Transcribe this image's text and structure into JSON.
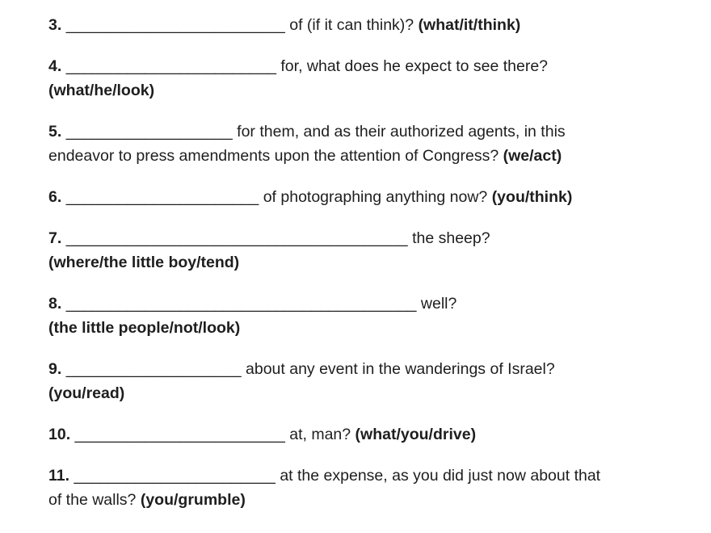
{
  "page": {
    "background": "#ffffff",
    "text_color": "#1e1e1e"
  },
  "worksheet": {
    "items": [
      {
        "number": "3.",
        "hint": "(what/it/think)",
        "lines": [
          [
            {
              "type": "number",
              "text": "3."
            },
            {
              "type": "blank",
              "text": "_________________________"
            },
            {
              "type": "text",
              "text": "of (if it can think)?"
            },
            {
              "type": "hint",
              "text": "(what/it/think)"
            }
          ]
        ]
      },
      {
        "number": "4.",
        "hint": "(what/he/look)",
        "lines": [
          [
            {
              "type": "number",
              "text": "4."
            },
            {
              "type": "blank",
              "text": "________________________"
            },
            {
              "type": "text",
              "text": "for, what does he expect to see there?"
            }
          ],
          [
            {
              "type": "hint",
              "text": "(what/he/look)"
            }
          ]
        ]
      },
      {
        "number": "5.",
        "hint": "(we/act)",
        "lines": [
          [
            {
              "type": "number",
              "text": "5."
            },
            {
              "type": "blank",
              "text": "___________________"
            },
            {
              "type": "text",
              "text": "for them, and as their authorized agents, in this"
            }
          ],
          [
            {
              "type": "text",
              "text": "endeavor to press amendments upon the attention of Congress?"
            },
            {
              "type": "hint",
              "text": "(we/act)"
            }
          ]
        ]
      },
      {
        "number": "6.",
        "hint": "(you/think)",
        "lines": [
          [
            {
              "type": "number",
              "text": "6."
            },
            {
              "type": "blank",
              "text": "______________________"
            },
            {
              "type": "text",
              "text": "of photographing anything now?"
            },
            {
              "type": "hint",
              "text": "(you/think)"
            }
          ]
        ]
      },
      {
        "number": "7.",
        "hint": "(where/the little boy/tend)",
        "lines": [
          [
            {
              "type": "number",
              "text": "7."
            },
            {
              "type": "blank",
              "text": "_______________________________________"
            },
            {
              "type": "text",
              "text": "the sheep?"
            }
          ],
          [
            {
              "type": "hint",
              "text": "(where/the little boy/tend)"
            }
          ]
        ]
      },
      {
        "number": "8.",
        "hint": "(the little people/not/look)",
        "lines": [
          [
            {
              "type": "number",
              "text": "8."
            },
            {
              "type": "blank",
              "text": "________________________________________"
            },
            {
              "type": "text",
              "text": "well?"
            }
          ],
          [
            {
              "type": "hint",
              "text": "(the little people/not/look)"
            }
          ]
        ]
      },
      {
        "number": "9.",
        "hint": "(you/read)",
        "lines": [
          [
            {
              "type": "number",
              "text": "9."
            },
            {
              "type": "blank",
              "text": "____________________"
            },
            {
              "type": "text",
              "text": "about any event in the wanderings of Israel?"
            }
          ],
          [
            {
              "type": "hint",
              "text": "(you/read)"
            }
          ]
        ]
      },
      {
        "number": "10.",
        "hint": "(what/you/drive)",
        "lines": [
          [
            {
              "type": "number",
              "text": "10."
            },
            {
              "type": "blank",
              "text": "________________________"
            },
            {
              "type": "text",
              "text": "at, man?"
            },
            {
              "type": "hint",
              "text": "(what/you/drive)"
            }
          ]
        ]
      },
      {
        "number": "11.",
        "hint": "(you/grumble)",
        "lines": [
          [
            {
              "type": "number",
              "text": "11."
            },
            {
              "type": "blank",
              "text": "_______________________"
            },
            {
              "type": "text",
              "text": "at the expense, as you did just now about that"
            }
          ],
          [
            {
              "type": "text",
              "text": "of the walls?"
            },
            {
              "type": "hint",
              "text": "(you/grumble)"
            }
          ]
        ]
      }
    ]
  }
}
